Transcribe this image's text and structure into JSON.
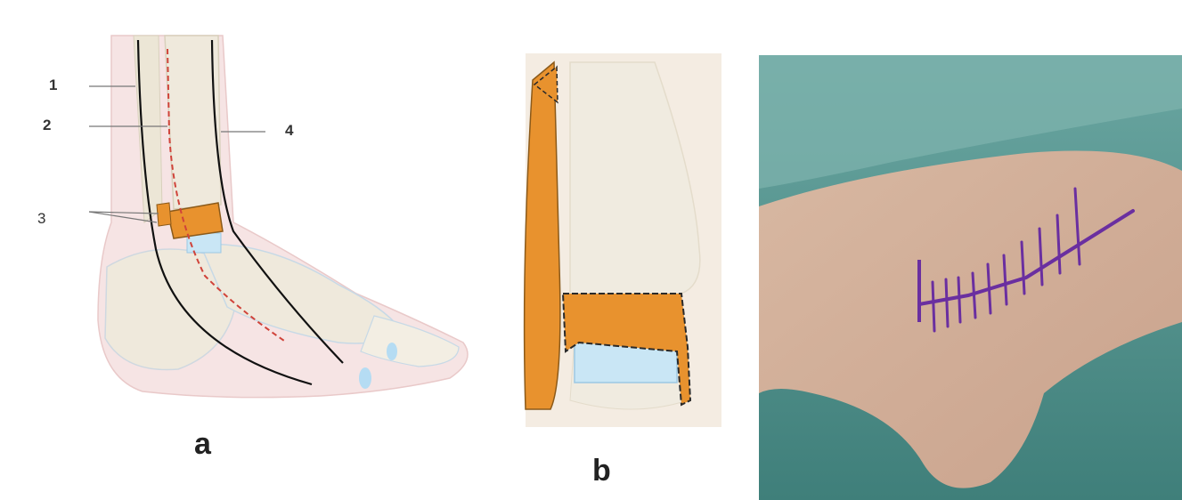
{
  "figure": {
    "panels": [
      {
        "id": "a",
        "letter": "a",
        "callouts": [
          "1",
          "2",
          "3",
          "4"
        ]
      },
      {
        "id": "b",
        "letter": "b"
      },
      {
        "id": "c"
      }
    ],
    "colors": {
      "bone": "#efe9dc",
      "skin": "#f6e4e4",
      "graft": "#e8922e",
      "cartilage": "#c9e6f5",
      "incision_line": "#111111",
      "surgical_path": "#d0433a",
      "skin_marker": "#6a2fa0",
      "drape": "#4f8f8a"
    }
  }
}
